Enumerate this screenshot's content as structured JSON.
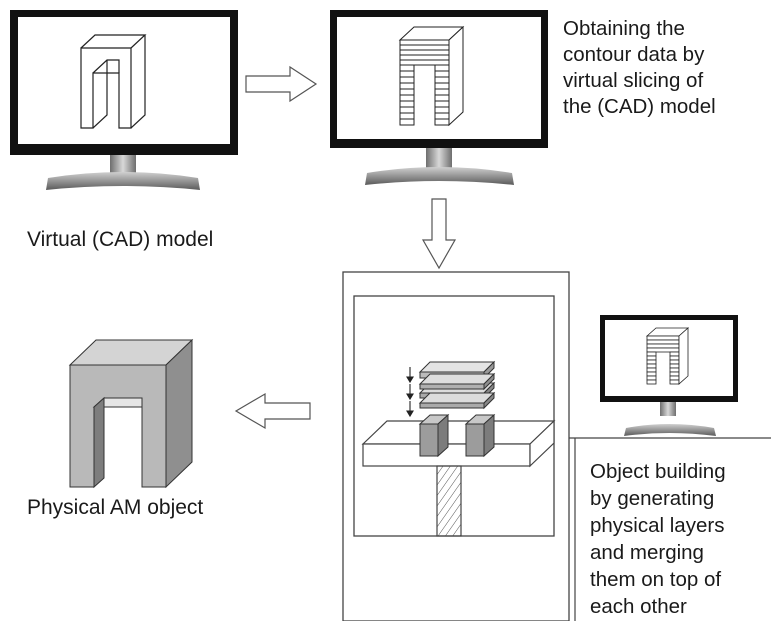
{
  "labels": {
    "slicing": "Obtaining the\ncontour data by\nvirtual slicing of\nthe (CAD) model",
    "virtual_model": "Virtual (CAD) model",
    "physical_object": "Physical AM object",
    "building": "Object building\nby generating\nphysical layers\nand merging\nthem on top of\neach other"
  },
  "colors": {
    "monitor_frame": "#111111",
    "screen": "#ffffff",
    "stand": "#9a9a9a",
    "object_front": "#b9b9b9",
    "object_top": "#d4d4d4",
    "object_side": "#8f8f8f",
    "outline": "#333333"
  },
  "icons": [
    "monitor-icon",
    "arrow-right-icon",
    "arrow-down-icon",
    "arrow-left-icon",
    "am-machine-icon"
  ]
}
